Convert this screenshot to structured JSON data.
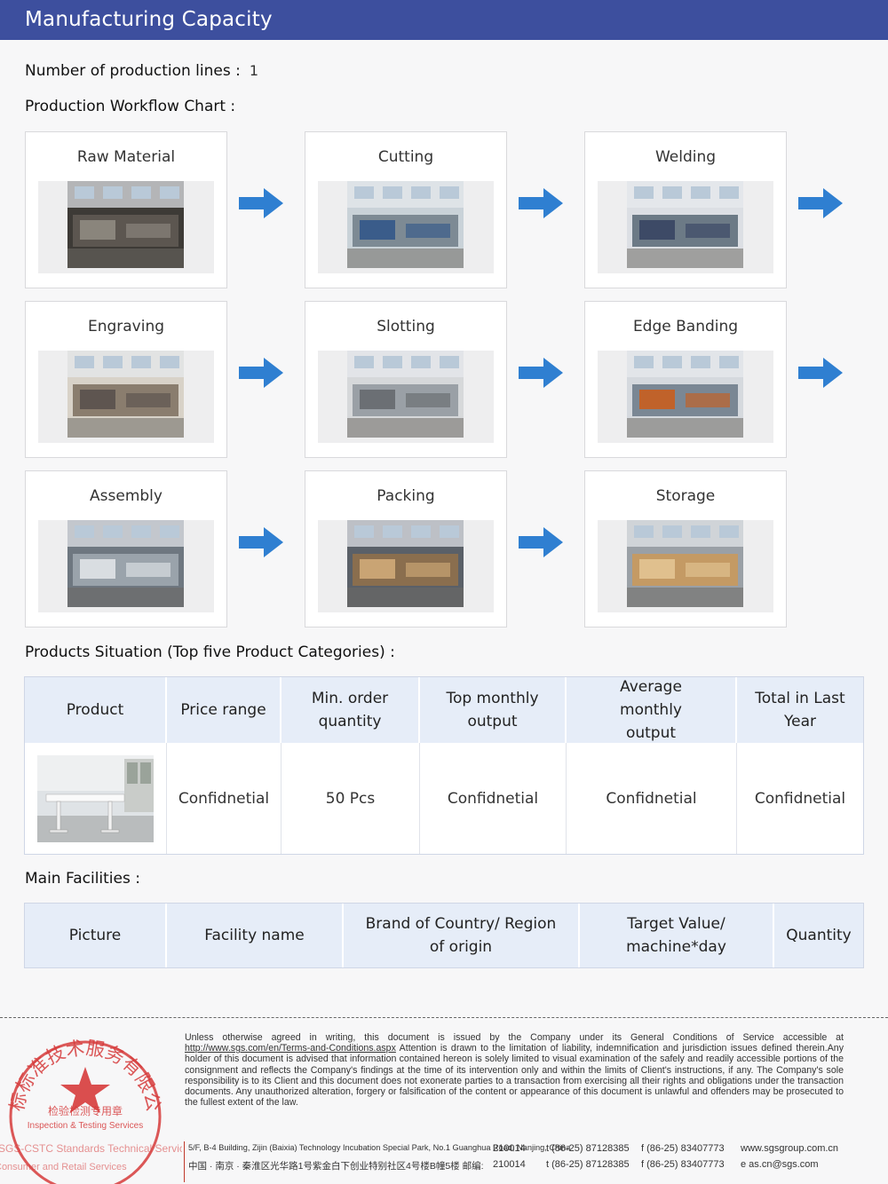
{
  "header": {
    "title": "Manufacturing Capacity"
  },
  "production_lines": {
    "label": "Number of production lines :",
    "value": "1"
  },
  "workflow": {
    "label": "Production Workflow Chart :",
    "steps": [
      {
        "title": "Raw Material"
      },
      {
        "title": "Cutting"
      },
      {
        "title": "Welding"
      },
      {
        "title": "Engraving"
      },
      {
        "title": "Slotting"
      },
      {
        "title": "Edge Banding"
      },
      {
        "title": "Assembly"
      },
      {
        "title": "Packing"
      },
      {
        "title": "Storage"
      }
    ]
  },
  "products": {
    "label": "Products Situation (Top five Product Categories) :",
    "headers": [
      "Product",
      "Price range",
      "Min. order quantity",
      "Top monthly output",
      "Average monthly output",
      "Total in Last Year"
    ],
    "row": {
      "price_range": "Confidnetial",
      "min_order": "50 Pcs",
      "top_monthly": "Confidnetial",
      "avg_monthly": "Confidnetial",
      "total_last_year": "Confidnetial"
    }
  },
  "facilities": {
    "label": "Main Facilities :",
    "headers": [
      "Picture",
      "Facility name",
      "Brand of Country/ Region of origin",
      "Target Value/ machine*day",
      "Quantity"
    ]
  },
  "footer": {
    "legal_pre": "Unless otherwise agreed in writing, this document is issued by the Company under its General Conditions of Service accessible at",
    "legal_link": "http://www.sgs.com/en/Terms-and-Conditions.aspx",
    "legal_post": " Attention is drawn to the limitation of liability, indemnification and jurisdiction issues defined therein.Any holder of this document is advised that information contained hereon is solely limited to visual examination of the safely and readily accessible portions of the consignment and reflects the Company's findings at the time of its intervention only and within the limits of Client's instructions, if any. The Company's sole responsibility is to its Client and this document does not exonerate parties to a transaction from exercising all their rights and obligations under the transaction documents. Any unauthorized alteration, forgery or falsification of the content or appearance of this document is unlawful and offenders may be prosecuted to the fullest extent of the law.",
    "address_en": "5/F, B-4 Building, Zijin (Baixia) Technology Incubation Special Park, No.1 Guanghua Road, Nanjing, China",
    "postcode_en": "210014",
    "address_cn": "中国 · 南京 · 秦淮区光华路1号紫金白下创业特别社区4号楼B幢5楼 邮编:",
    "postcode_cn": "210014",
    "tel": "t (86-25) 87128385",
    "fax": "f (86-25) 83407773",
    "website": "www.sgsgroup.com.cn",
    "email": "e as.cn@sgs.com",
    "seal": {
      "top_text": "通标标准技术服务有限公司",
      "middle_text": "检验检测专用章",
      "bottom_text": "Inspection & Testing Services",
      "side_text": "SGS-CSTC Standards Technical Services Co.,Ltd.",
      "side_text2": "Consumer and Retail Services"
    },
    "brand_color": "#3d4f9e",
    "seal_color": "#d63b3b"
  }
}
